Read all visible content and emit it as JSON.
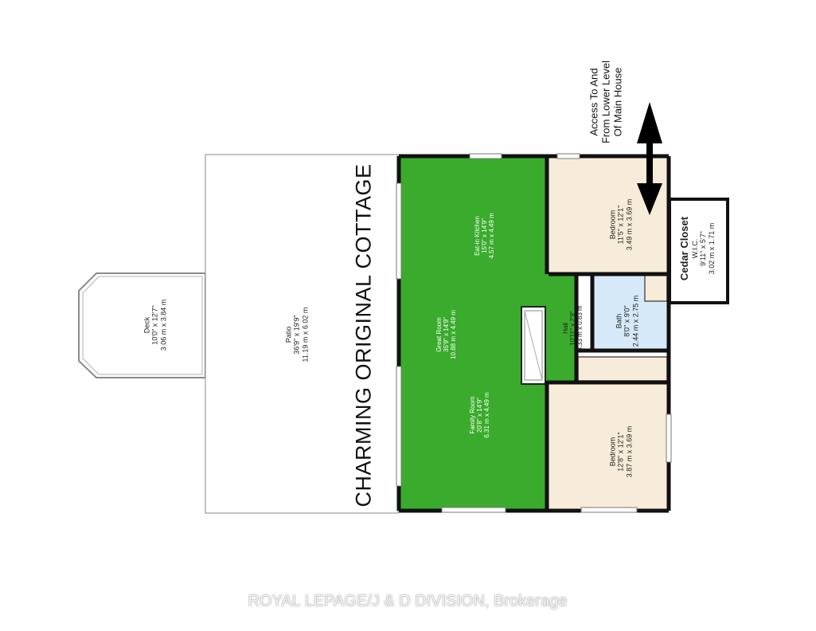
{
  "title": "CHARMING ORIGINAL COTTAGE",
  "access_note": [
    "Access To And",
    "From Lower Level",
    "Of Main House"
  ],
  "rooms": {
    "deck": {
      "name": "Deck",
      "imperial": "10'0\" x 12'7\"",
      "metric": "3.06 m x 3.84 m"
    },
    "patio": {
      "name": "Patio",
      "imperial": "36'9\" x 19'9\"",
      "metric": "11.19 m x 6.02 m"
    },
    "kitchen": {
      "name": "Eat-in Kitchen",
      "imperial": "15'0\" x 14'9\"",
      "metric": "4.57 m x 4.49 m"
    },
    "great_room": {
      "name": "Great Room",
      "imperial": "35'9\" x 14'9\"",
      "metric": "10.88 m x 4.49 m"
    },
    "family_room": {
      "name": "Family Room",
      "imperial": "20'8\" x 14'9\"",
      "metric": "6.31 m x 4.49 m"
    },
    "hall": {
      "name": "Hall",
      "imperial": "10'11\" x 2'9\"",
      "metric": "3.33 m x 0.83 m"
    },
    "bedroom_top": {
      "name": "Bedroom",
      "imperial": "11'5\" x 12'1\"",
      "metric": "3.49 m x 3.69 m"
    },
    "bath": {
      "name": "Bath",
      "imperial": "8'0\" x 9'0\"",
      "metric": "2.44 m x 2.75 m"
    },
    "bedroom_bottom": {
      "name": "Bedroom",
      "imperial": "12'8\" x 12'1\"",
      "metric": "3.87 m x 3.69 m"
    },
    "cedar_closet": {
      "name": "Cedar Closet",
      "subname": "W.I.C.",
      "imperial": "9'11\" x 5'7\"",
      "metric": "3.02 m x 1.71 m"
    }
  },
  "colors": {
    "green_rooms": "#3aab2c",
    "bedroom_fill": "#f7ecd9",
    "bath_fill": "#d6e9f8",
    "wall": "#111111",
    "outline": "#7a7a7a"
  },
  "watermark": "ROYAL LEPAGE/J & D DIVISION, Brokerage"
}
